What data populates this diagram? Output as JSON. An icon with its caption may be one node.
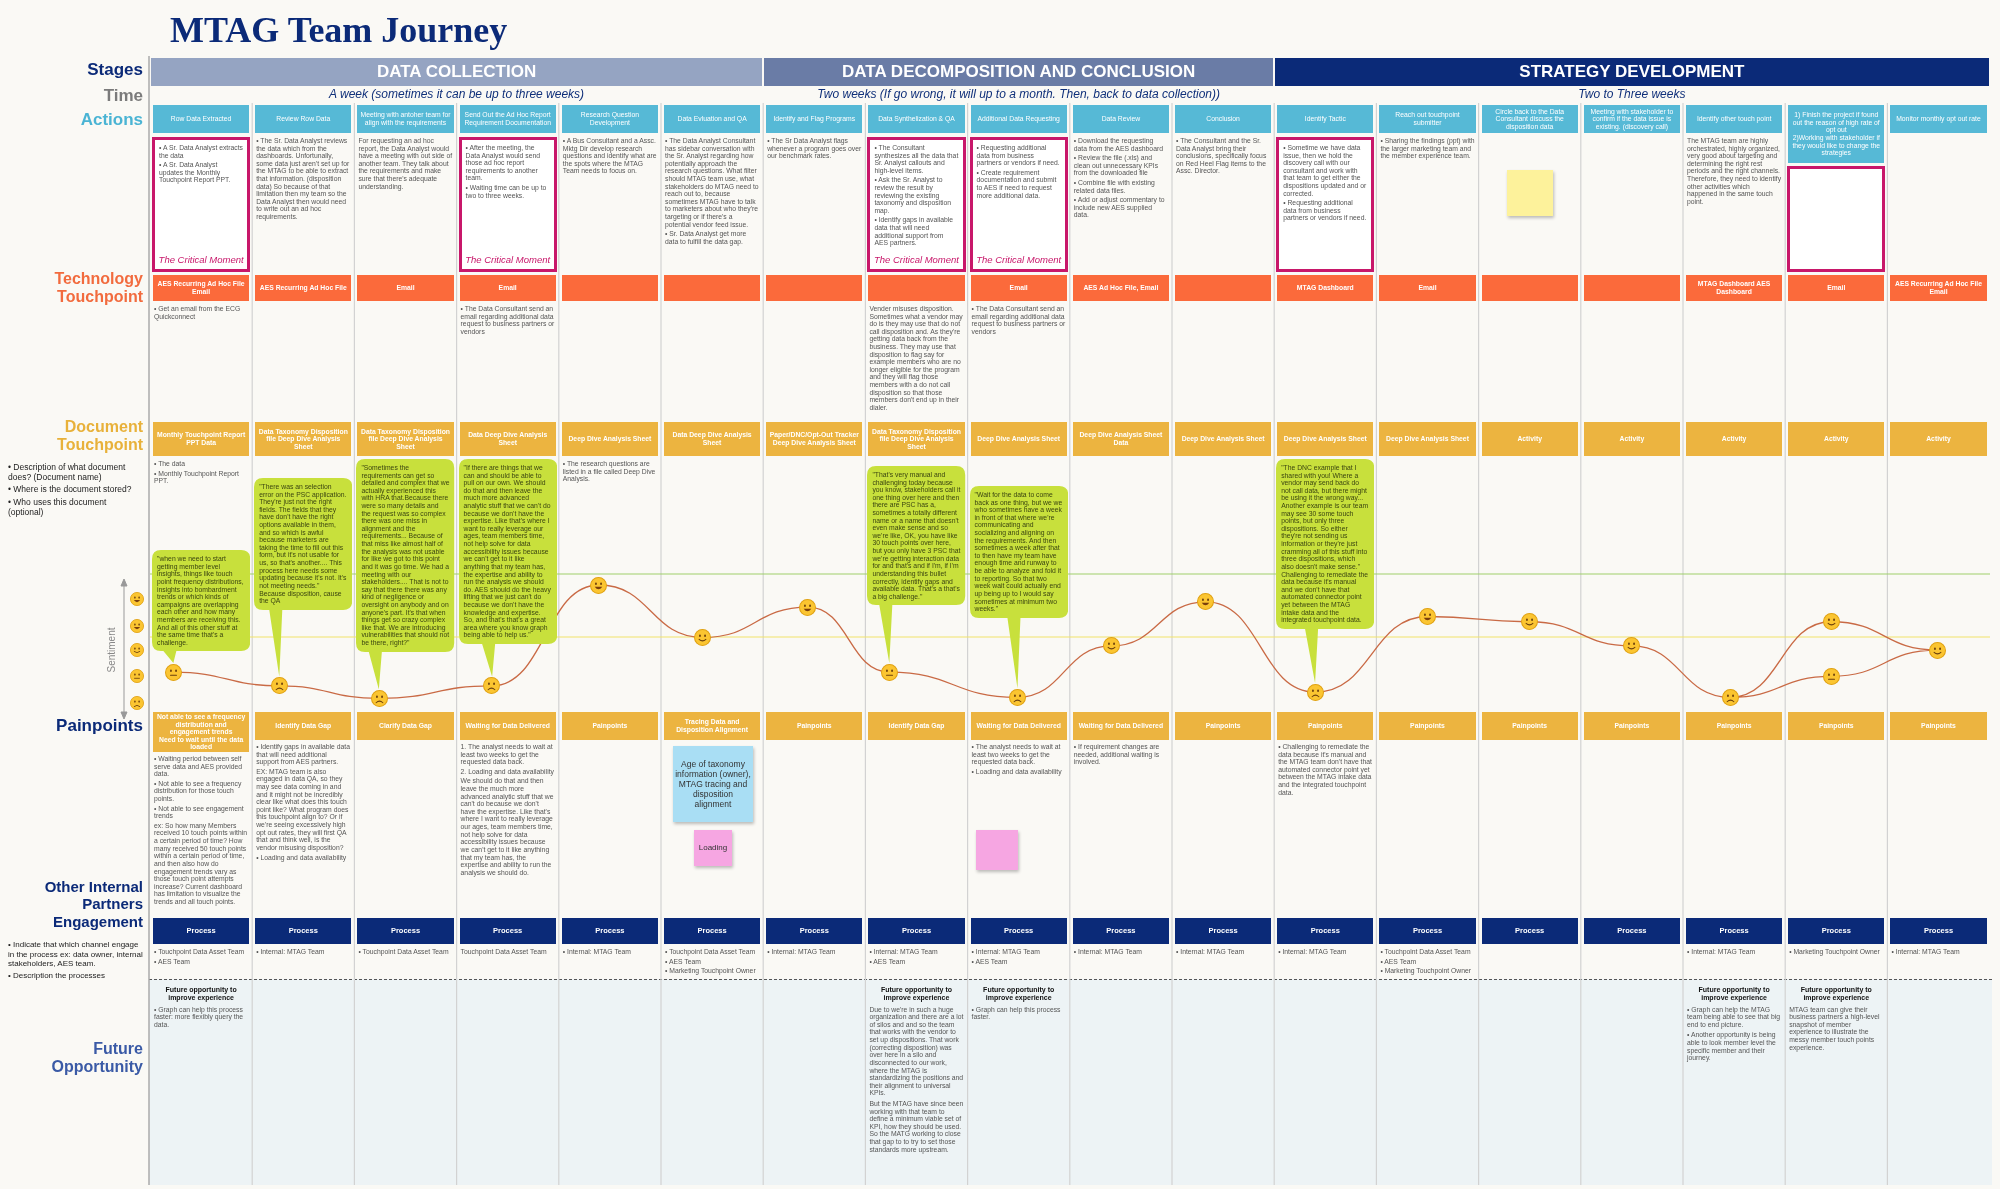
{
  "diagram": {
    "title": "MTAG Team Journey",
    "nodes": [
      {
        "text": [
          "DATA COLLECTION"
        ],
        "beside": [
          "A week (sometimes it can be up to three weeks)"
        ]
      },
      {
        "text": [
          "DATA DECOMPOSITION AND CONCLUSION"
        ],
        "beside": [
          "Two weeks (If go wrong, it will up to a month. Then, back to data collection))"
        ]
      },
      {
        "text": [
          "STRATEGY DEVELOPMENT"
        ],
        "beside": [
          "Two to Three weeks"
        ]
      },
      {
        "text": [
          "Row Data Extracted"
        ]
      },
      {
        "text": [
          "Review Row Data"
        ],
        "beside": [
          "• The Sr. Data Analyst reviews the data which from the dashboards. Unfortunally, some data just aren't set up for the MTAG to be able to extract that information. (disposition data) So because of that limitation then my team so the Data Analyst then would need to write out an ad hoc requirements."
        ]
      },
      {
        "text": [
          "Meeting with antoher team for align with the requirements"
        ],
        "beside": [
          "For requesting an ad hoc report, the Data Analyst would have a meeting with out side of another team. They talk about the requirements and make sure that there's adequate understanding."
        ]
      },
      {
        "text": [
          "Send Out the Ad Hoc Report Requirement Documentation"
        ]
      },
      {
        "text": [
          "Research Question Development"
        ],
        "beside": [
          "• A Bus Consultant and a Assc. Mktg Dir develop research questions and identify what are the spots where the MTAG Team needs to focus on."
        ]
      },
      {
        "text": [
          "Data Evluation and QA"
        ],
        "beside": [
          "• The Data Analyst Consultant has sidebar conversation with the Sr. Analyst regarding how potentially approach the research questions. What filter should MTAG team use, what stakeholders do MTAG need to reach out to, because sometimes MTAG have to talk to marketers about who they're targeting or if there's a potential vendor feed issue.",
          "• Sr. Data Analyst get more data to fulfill the data gap."
        ]
      },
      {
        "text": [
          "Identify and Flag Programs"
        ],
        "beside": [
          "• The Sr Data Analyst flags whenever a program goes over our benchmark rates."
        ]
      },
      {
        "text": [
          "Data Synthelization & QA"
        ]
      },
      {
        "text": [
          "Additional Data Requesting"
        ]
      },
      {
        "text": [
          "Data Review"
        ],
        "beside": [
          "• Download the requesting data from the AES dashboard",
          "• Review the file (.xls) and clean out unnecessary KPIs from the downloaded file",
          "• Combine file with existing related data files.",
          "• Add or adjust commentary to include new AES supplied data."
        ]
      },
      {
        "text": [
          "Conclusion"
        ],
        "beside": [
          "• The Consultant and the Sr. Data Analyst bring their conclusions, specifically focus on Red Heel Flag items to the Assc. Director."
        ]
      },
      {
        "text": [
          "Identify Tactic"
        ]
      },
      {
        "text": [
          "Reach out touchpoint submitter"
        ],
        "beside": [
          "• Sharing the findings (ppt) with the larger marketing team and the member experience team."
        ]
      },
      {
        "text": [
          "Circle back to the Data Consultant discuss the disposition data"
        ]
      },
      {
        "text": [
          "Meeting with stakeholder to confirm if the data issue is existing. (discovery call)"
        ]
      },
      {
        "text": [
          "Identify other touch point"
        ],
        "beside": [
          "The MTAG team are highly orchestrated, highly organized, very good about targeting and determining the right rest periods and the right channels. Therefore, they need to identify other activities which happened in the same touch point."
        ]
      },
      {
        "text": [
          "1) Finish the project if found out the reason of high rate of opt out",
          "2)Working with stakeholder if they would like to change the strategies"
        ]
      },
      {
        "text": [
          "Monitor monthly opt out rate"
        ]
      },
      {
        "text": [
          "• A Sr. Data Analyst extracts the data",
          "• A Sr. Data Analyst updates the Monthly Touchpoint Report PPT.",
          "The Critical Moment"
        ]
      },
      {
        "text": [
          "• After the meeting, the Data Analyst would send those ad hoc report requirements to another team.",
          "• Waiting time can be up to two to three weeks.",
          "The Critical Moment"
        ]
      },
      {
        "text": [
          "• The Consultant synthesizes all the data that Sr. Analyst callouts and high-level items.",
          "• Ask the Sr. Analyst to review the result by reviewing the existing taxonomy and disposition map.",
          "• Identify gaps in available data that will need additional support from AES partners.",
          "The Critical Moment"
        ]
      },
      {
        "text": [
          "• Requesting additional data from business partners or vendors if need.",
          "• Create requirement documentation and submit to AES if need to request more additional data.",
          "The Critical Moment"
        ]
      },
      {
        "text": [
          "• Sometime we have data issue, then we hold the discovery call with our consultant and work with that team to get either the dispositions updated and or corrected.",
          "• Requesting additional data from business partners or vendors if need."
        ]
      },
      {
        "text": [],
        "shape": "box"
      },
      {
        "text": [],
        "shape": "box"
      },
      {
        "text": [
          "AES Recurring Ad Hoc File Email"
        ],
        "beside": [
          "• Get an email from the ECG Quickconnect"
        ]
      },
      {
        "text": [
          "AES Recurring Ad Hoc File"
        ]
      },
      {
        "text": [
          "Email"
        ]
      },
      {
        "text": [
          "Email"
        ],
        "beside": [
          "• The Data Consultant send an email regarding additional data request to business partners or vendors"
        ]
      },
      {
        "text": [],
        "shape": "box"
      },
      {
        "text": [],
        "shape": "box"
      },
      {
        "text": [],
        "shape": "box"
      },
      {
        "text": [],
        "shape": "box",
        "beside": [
          "Vender misuses disposition. Sometimes what a vendor may do is they may use that do not call disposition and. As they're getting data back from the business. They may use that disposition to flag say for example members who are no longer eligible for the program and they will flag those members with a do not call disposition so that those members don't end up in their dialer."
        ]
      },
      {
        "text": [
          "Email"
        ],
        "beside": [
          "• The Data Consultant send an email regarding additional data request to business partners or vendors"
        ]
      },
      {
        "text": [
          "AES Ad Hoc File, Email"
        ]
      },
      {
        "text": [],
        "shape": "box"
      },
      {
        "text": [
          "MTAG Dashboard"
        ]
      },
      {
        "text": [
          "Email"
        ]
      },
      {
        "text": [],
        "shape": "box"
      },
      {
        "text": [],
        "shape": "box"
      },
      {
        "text": [
          "MTAG Dashboard AES Dashboard"
        ]
      },
      {
        "text": [
          "Email"
        ]
      },
      {
        "text": [
          "AES Recurring Ad Hoc File Email"
        ]
      },
      {
        "text": [
          "Monthly Touchpoint Report PPT Data"
        ],
        "beside": [
          "• The data",
          "• Monthly Touchpoint Report PPT."
        ]
      },
      {
        "text": [
          "Data Taxonomy Disposition file Deep Dive Analysis Sheet"
        ]
      },
      {
        "text": [
          "Data Taxonomy Disposition file Deep Dive Analysis Sheet"
        ]
      },
      {
        "text": [
          "Data Deep Dive Analysis Sheet"
        ]
      },
      {
        "text": [
          "Deep Dive Analysis Sheet"
        ],
        "beside": [
          "• The research questions are listed in a file called Deep Dive Analysis."
        ]
      },
      {
        "text": [
          "Data Deep Dive Analysis Sheet"
        ]
      },
      {
        "text": [
          "Paper/DNC/Opt-Out Tracker Deep Dive Analysis Sheet"
        ]
      },
      {
        "text": [
          "Data Taxonomy Disposition file Deep Dive Analysis Sheet"
        ]
      },
      {
        "text": [
          "Deep Dive Analysis Sheet"
        ]
      },
      {
        "text": [
          "Deep Dive Analysis Sheet Data"
        ]
      },
      {
        "text": [
          "Deep Dive Analysis Sheet"
        ]
      },
      {
        "text": [
          "Deep Dive Analysis Sheet"
        ]
      },
      {
        "text": [
          "Deep Dive Analysis Sheet"
        ]
      },
      {
        "text": [
          "Activity"
        ]
      },
      {
        "text": [
          "Activity"
        ]
      },
      {
        "text": [
          "Activity"
        ]
      },
      {
        "text": [
          "Activity"
        ]
      },
      {
        "text": [
          "Activity"
        ]
      },
      {
        "text": [
          "\"when we need to start getting member level insights, things like touch point frequency distributions, insights into bombardment trends or which kinds of campaigns are overlapping each other and how many members are receiving this. And all of this other stuff at the same time that's a challenge."
        ]
      },
      {
        "text": [
          "\"There was an selection error on the PSC application. They're just not the right fields. The fields that they have don't have the right options available in them, and so which is awful because marketers are taking the time to fill out this form, but it's not usable for us, so that's another.... This process here needs some updating because it's not. It's not meeting needs.\" Because disposition, cause the QA"
        ]
      },
      {
        "text": [
          "\"Sometimes the requirements can get so detailed and complex that we actually experienced this with HRA that.Because there were so many details and the request was so complex there was one miss in alignment and the requirements... Because of that miss like almost half of the analysis was not usable for like we got to this point and it was go time. We had a meeting with our stakeholders.... That is not to say that there there was any kind of negligence or oversight on anybody and on anyone's part. It's that when things get so crazy complex like that. We are introducing vulnerabilities that should not be there, right?\""
        ]
      },
      {
        "text": [
          "\"If there are things that we can and should be able to pull on our own. We should do that and then leave the much more advanced analytic stuff that we can't do because we don't have the expertise. Like that's where I want to really leverage our ages, team members time, not help solve for data accessibility issues because we can't get to it like anything that my team has, the expertise and ability to run the analysis we should do. AES should do the heavy lifting that we just can't do because we don't have the knowledge and expertise. So, and that's that's a great area where you know graph being able to help us.\""
        ]
      },
      {
        "text": [
          "\"That's very manual and challenging today because you know, stakeholders call it one thing over here and then there are PSC has a, sometimes a totally different name or a name that doesn't even make sense and so we're like, OK, you have like 30 touch points over here, but you only have 3 PSC that we're getting interaction data for and that's and if I'm, if I'm understanding this bullet correctly, identify gaps and available data. That's a that's a big challenge.\""
        ]
      },
      {
        "text": [
          "\"Wait for the data to come back as one thing, but we we who sometimes have a week in front of that where we're communicating and socializing and aligning on the requirements. And then sometimes a week after that to then have my team have enough time and runway to be able to analyze and fold it to reporting. So that two week wait could actually end up being up to I would say sometimes at minimum two weeks.\""
        ]
      },
      {
        "text": [
          "\"The DNC example that I shared with you! Where a vendor may send back do not call data, but there might be using it the wrong way... Another example is our team may see 30 some touch points, but only three dispositions. So either they're not sending us information or they're just cramming all of this stuff into three dispositions, which also doesn't make sense.\" Challenging to remediate the data because it's manual and we don't have that automated connector point yet between the MTAG intake data and the integrated touchpoint data."
        ]
      },
      {
        "text": [
          "Not able to see a frequency distribution and engagement trends",
          "Need to wait until the data loaded"
        ],
        "beside": [
          "• Waiting period between self serve data and AES provided data.",
          "• Not able to see a frequency distribution for those touch points.",
          "• Not able to see engagement trends",
          "ex: So how many Members received 10 touch points within a certain period of time? How many received 50 touch points within a certain period of time, and then also how do engagement trends vary as those touch point attempts increase? Current dashboard has limitation to visualize the trends and all touch points."
        ]
      },
      {
        "text": [
          "Identify Data Gap"
        ],
        "beside": [
          "• Identify gaps in available data that will need additional support from AES partners.",
          "EX: MTAG team is also engaged in data QA, so they may see data coming in and and it might not be incredibly clear like what does this touch point like? What program does this touchpoint align to? Or if we're seeing excessively high opt out rates, they will first QA that and think well, is the vendor misusing disposition?",
          "• Loading and data availability"
        ]
      },
      {
        "text": [
          "Clarify Data Gap"
        ]
      },
      {
        "text": [
          "Waiting for Data Delivered"
        ],
        "beside": [
          "1. The analyst needs to wait at least two weeks to get the requested data back.",
          "2. Loading and data availability",
          "We should do that and then leave the much more advanced analytic stuff that we can't do because we don't have the expertise. Like that's where I want to really leverage our ages, team members time, not help solve for data accessibility issues because we can't get to it like anything that my team has, the expertise and ability to run the analysis we should do."
        ]
      },
      {
        "text": [
          "Painpoints"
        ]
      },
      {
        "text": [
          "Tracing Data and Disposition Alignment"
        ]
      },
      {
        "text": [
          "Painpoints"
        ]
      },
      {
        "text": [
          "Identify Data Gap"
        ]
      },
      {
        "text": [
          "Waiting for Data Delivered"
        ],
        "beside": [
          "• The analyst needs to wait at least two weeks to get the requested data back.",
          "• Loading and data availability"
        ]
      },
      {
        "text": [
          "Waiting for Data Delivered"
        ],
        "beside": [
          "• If requirement changes are needed, additional waiting is involved."
        ]
      },
      {
        "text": [
          "Painpoints"
        ]
      },
      {
        "text": [
          "Painpoints"
        ],
        "beside": [
          "• Challenging to remediate the data because it's manual and the MTAG team don't have that automated connector point yet between the MTAG intake data and the integrated touchpoint data."
        ]
      },
      {
        "text": [
          "Painpoints"
        ]
      },
      {
        "text": [
          "Painpoints"
        ]
      },
      {
        "text": [
          "Painpoints"
        ]
      },
      {
        "text": [
          "Painpoints"
        ]
      },
      {
        "text": [
          "Painpoints"
        ]
      },
      {
        "text": [
          "Painpoints"
        ]
      },
      {
        "text": [
          "Age of taxonomy information (owner), MTAG tracing and disposition alignment"
        ]
      },
      {
        "text": [
          "Loading"
        ]
      },
      {
        "text": [],
        "shape": "box"
      },
      {
        "text": [
          "Process"
        ],
        "beside": [
          "• Touchpoint Data Asset Team",
          "• AES Team"
        ]
      },
      {
        "text": [
          "Process"
        ],
        "beside": [
          "• Internal: MTAG Team"
        ]
      },
      {
        "text": [
          "Process"
        ],
        "beside": [
          "• Touchpoint Data Asset Team"
        ]
      },
      {
        "text": [
          "Process"
        ],
        "beside": [
          "Touchpoint Data Asset Team"
        ]
      },
      {
        "text": [
          "Process"
        ],
        "beside": [
          "• Internal: MTAG Team"
        ]
      },
      {
        "text": [
          "Process"
        ],
        "beside": [
          "• Touchpoint Data Asset Team",
          "• AES Team",
          "• Marketing Touchpoint Owner"
        ]
      },
      {
        "text": [
          "Process"
        ],
        "beside": [
          "• Internal: MTAG Team"
        ]
      },
      {
        "text": [
          "Process"
        ],
        "beside": [
          "• Internal: MTAG Team",
          "• AES Team"
        ]
      },
      {
        "text": [
          "Process"
        ],
        "beside": [
          "• Internal: MTAG Team",
          "• AES Team"
        ]
      },
      {
        "text": [
          "Process"
        ],
        "beside": [
          "• Internal: MTAG Team"
        ]
      },
      {
        "text": [
          "Process"
        ],
        "beside": [
          "• Internal: MTAG Team"
        ]
      },
      {
        "text": [
          "Process"
        ],
        "beside": [
          "• Internal: MTAG Team"
        ]
      },
      {
        "text": [
          "Process"
        ],
        "beside": [
          "• Touchpoint Data Asset Team",
          "• AES Team",
          "• Marketing Touchpoint Owner"
        ]
      },
      {
        "text": [
          "Process"
        ]
      },
      {
        "text": [
          "Process"
        ]
      },
      {
        "text": [
          "Process"
        ],
        "beside": [
          "• Internal: MTAG Team"
        ]
      },
      {
        "text": [
          "Process"
        ],
        "beside": [
          "• Marketing Touchpoint Owner"
        ]
      },
      {
        "text": [
          "Process"
        ],
        "beside": [
          "• Internal: MTAG Team"
        ]
      }
    ],
    "labels": [
      "Stages",
      "Time",
      "Actions",
      "Technology Touchpoint",
      "Document Touchpoint",
      "• Description of what document does? (Document name)",
      "• Where is the document stored?",
      "• Who uses this document (optional)",
      "Sentiment",
      "Painpoints",
      "Other Internal Partners Engagement",
      "• Indicate that which channel engage in the process ex: data owner, internal stakeholders, AES team.",
      "• Description the processes",
      "Future Opportunity",
      "Future opportunity to improve experience",
      "• Graph can help this process faster: more flexibly query the data.",
      "Future opportunity to improve experience",
      "Due to we're in such a huge organization and there are a lot of silos and and so the team that works with the vendor to set up dispositions. That work (correcting disposition) was over here in a silo and disconnected to our work, where the MTAG is standardizing the positions and their alignment to universal KPIs.",
      "But the MTAG have since been working with that team to define a minimum viable set of KPI, how they should be used. So the MATG working to close that gap to to try to set those standards more upstream.",
      "Future opportunity to improve experience",
      "• Graph can help this process faster.",
      "Future opportunity to improve experience",
      "• Graph can help the MTAG team being able to see that big end to end picture.",
      "• Another opportunity is being able to look member level the specific member and their journey.",
      "Future opportunity to improve experience",
      "MTAG team can give their business partners a high-level snapshot of member experience to illustrate the messy member touch points experience."
    ]
  }
}
